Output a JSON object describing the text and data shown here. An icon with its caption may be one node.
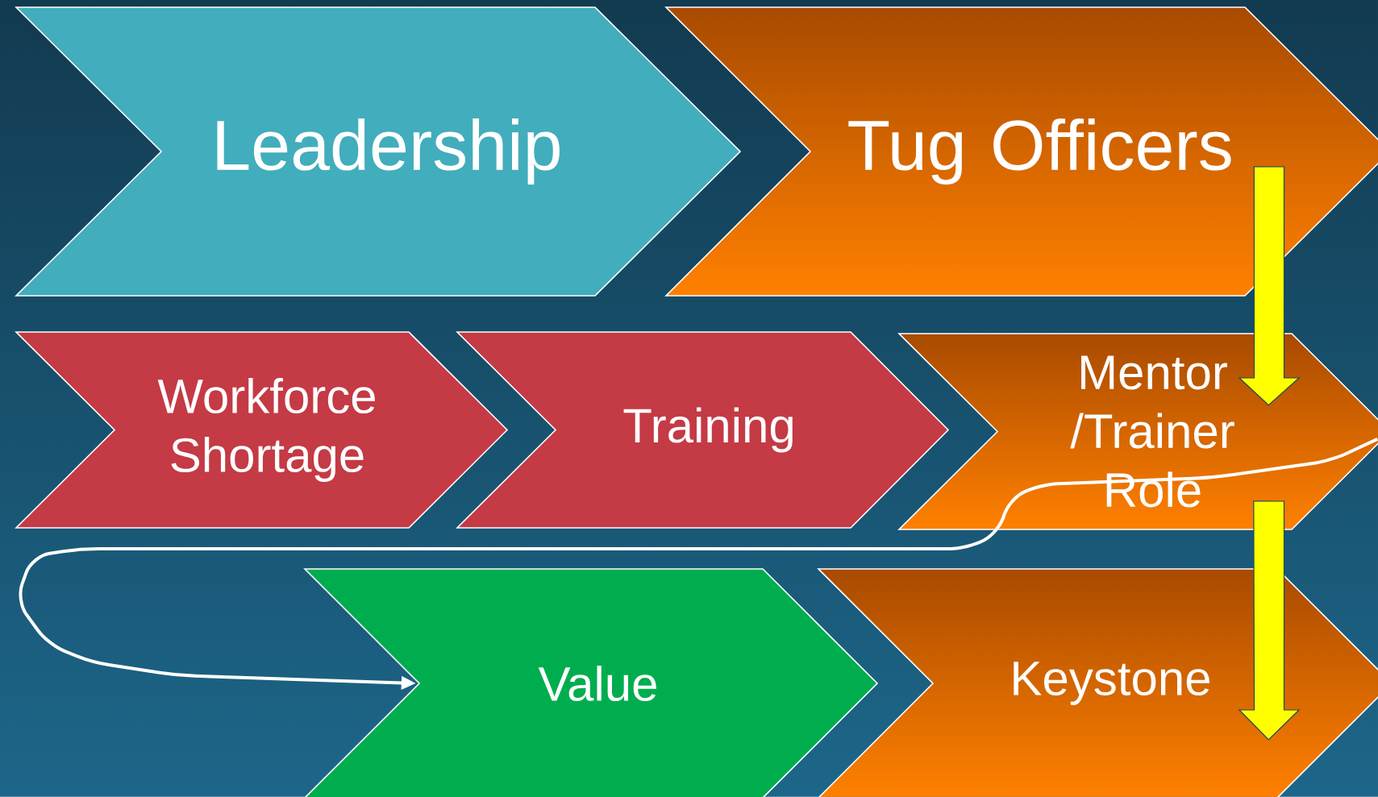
{
  "diagram": {
    "nodes": [
      {
        "text": [
          "Leadership"
        ]
      },
      {
        "text": [
          "Tug Officers"
        ]
      },
      {
        "text": [
          "Workforce Shortage"
        ]
      },
      {
        "text": [
          "Training"
        ]
      },
      {
        "text": [
          "Mentor /Trainer Role"
        ]
      },
      {
        "text": [
          "Value"
        ]
      },
      {
        "text": [
          "Keystone"
        ]
      }
    ],
    "edges": [
      {
        "from": 1,
        "to": 4,
        "arrow": "to",
        "style": "thick"
      },
      {
        "from": 4,
        "to": 6,
        "arrow": "to",
        "style": "thick"
      },
      {
        "from": 4,
        "to": 5,
        "arrow": "to",
        "color": "#ffffff"
      }
    ]
  }
}
